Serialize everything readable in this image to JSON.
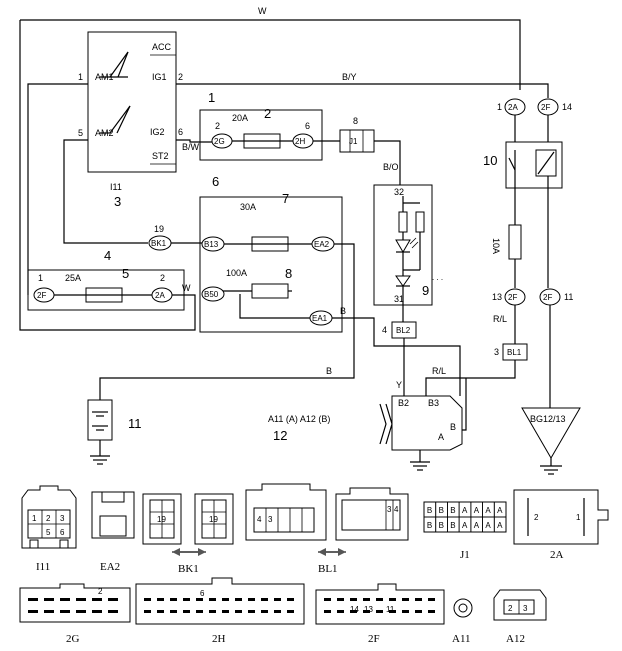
{
  "wires": {
    "top_loop": "W",
    "ig1": "B/Y",
    "ig2": "B/W",
    "feed_diode": "B/O",
    "fuse30": "B",
    "battery": "B",
    "bl2_out": "Y",
    "relay_a": "R/L",
    "relay_b": "B",
    "fuse10_out": "R/L",
    "fuse25_w": "W"
  },
  "ignition_switch": {
    "id": "I11",
    "pins": {
      "am1": "AM1",
      "am2": "AM2",
      "acc": "ACC",
      "ig1": "IG1",
      "ig2": "IG2",
      "st2": "ST2"
    },
    "pin_numbers": {
      "am1": "1",
      "am2": "5",
      "ig1": "2",
      "ig2": "6"
    }
  },
  "callouts": [
    "1",
    "2",
    "3",
    "4",
    "5",
    "6",
    "7",
    "8",
    "9",
    "10",
    "11",
    "12"
  ],
  "fuses": {
    "f20": {
      "rating": "20A",
      "left_pin": "2",
      "right_pin": "6"
    },
    "f30": {
      "rating": "30A"
    },
    "f100": {
      "rating": "100A"
    },
    "f25": {
      "rating": "25A",
      "left_pin": "1",
      "right_pin": "2"
    },
    "f10": {
      "rating": "10A"
    }
  },
  "connectors": {
    "c2G": "2G",
    "c2H": "2H",
    "cJ1": "J1",
    "cBK1": "BK1",
    "cB13": "B13",
    "cEA2": "EA2",
    "cB50": "B50",
    "cEA1": "EA1",
    "cBL2": "BL2",
    "cBL1": "BL1",
    "c2A": "2A",
    "c2F_top": "2F",
    "c2F_mid": "2F",
    "c2F_r": "2F",
    "c2F_box": "2F",
    "c2A_box": "2A",
    "j1_pin": "8",
    "bk1_pin": "19",
    "diode_pin_top": "32",
    "diode_pin_bot": "31",
    "bl2_pin": "4",
    "bl1_pin": "3",
    "c2A_pin": "1",
    "c2F_pin_top": "14",
    "c2F_pin_mid": "13",
    "c2F_pin_r": "11"
  },
  "starter": {
    "label": "A11 (A)  A12 (B)",
    "b2": "B2",
    "b3": "B3",
    "a": "A",
    "b": "B"
  },
  "ground": {
    "label": "BG12/13"
  },
  "bottom_connectors": {
    "i11": {
      "label": "I11",
      "pins": [
        "1",
        "2",
        "3",
        "5",
        "6"
      ]
    },
    "ea2": {
      "label": "EA2"
    },
    "bk1": {
      "label": "BK1",
      "pin": "19"
    },
    "bl1": {
      "label": "BL1",
      "pins": [
        "4",
        "3",
        "3",
        "4"
      ]
    },
    "j1": {
      "label": "J1",
      "cells": [
        "B",
        "B",
        "B",
        "A",
        "A",
        "A",
        "A",
        "B",
        "B",
        "B",
        "A",
        "A",
        "A",
        "A"
      ]
    },
    "a2": {
      "label": "2A",
      "pins": [
        "2",
        "1"
      ]
    },
    "g2": {
      "label": "2G",
      "pin": "2"
    },
    "h2": {
      "label": "2H",
      "pin": "6"
    },
    "f2": {
      "label": "2F",
      "pins": [
        "14",
        "13",
        "11"
      ]
    },
    "a11": {
      "label": "A11"
    },
    "a12": {
      "label": "A12",
      "pins": [
        "2",
        "3"
      ]
    }
  }
}
